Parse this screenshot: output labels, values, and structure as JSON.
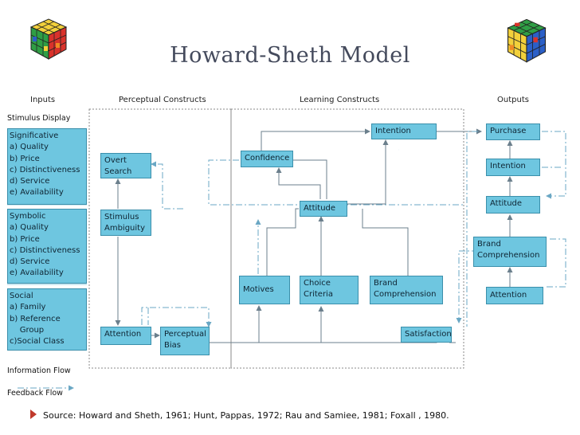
{
  "title": "Howard-Sheth Model",
  "columns": {
    "inputs": "Inputs",
    "perceptual": "Perceptual Constructs",
    "learning": "Learning Constructs",
    "outputs": "Outputs"
  },
  "stimulus_display": "Stimulus Display",
  "inputs": {
    "significative": [
      "Significative",
      "a) Quality",
      "b) Price",
      "c) Distinctiveness",
      "d) Service",
      "e) Availability"
    ],
    "symbolic": [
      "Symbolic",
      "a) Quality",
      "b) Price",
      "c) Distinctiveness",
      "d) Service",
      "e) Availability"
    ],
    "social": [
      "Social",
      "a) Family",
      "b) Reference",
      "    Group",
      "c)Social Class"
    ]
  },
  "perceptual": {
    "overt_search": [
      "Overt",
      "Search"
    ],
    "stimulus_ambiguity": [
      "Stimulus",
      "Ambiguity"
    ],
    "attention": "Attention",
    "perceptual_bias": [
      "Perceptual",
      "Bias"
    ]
  },
  "learning": {
    "intention": "Intention",
    "confidence": "Confidence",
    "attitude": "Attitude",
    "motives": "Motives",
    "choice_criteria": [
      "Choice",
      "Criteria"
    ],
    "brand_comprehension": [
      "Brand",
      "Comprehension"
    ],
    "satisfaction": "Satisfaction"
  },
  "outputs": {
    "purchase": "Purchase",
    "intention": "Intention",
    "attitude": "Attitude",
    "brand_comprehension": [
      "Brand",
      "Comprehension"
    ],
    "attention": "Attention"
  },
  "legend": {
    "information_flow": "Information Flow",
    "feedback_flow": "Feedback Flow"
  },
  "source": "Source: Howard and Sheth, 1961; Hunt, Pappas, 1972; Rau and Samiee, 1981; Foxall , 1980.",
  "colors": {
    "box_fill": "#6ec6e0",
    "box_border": "#3b8fab",
    "info_arrow": "#6b7f8c",
    "feedback_arrow": "#6aa7c4",
    "source_bullet": "#c0392b"
  },
  "icons": [
    "rubiks-cube-icon",
    "rubiks-cube-icon"
  ]
}
